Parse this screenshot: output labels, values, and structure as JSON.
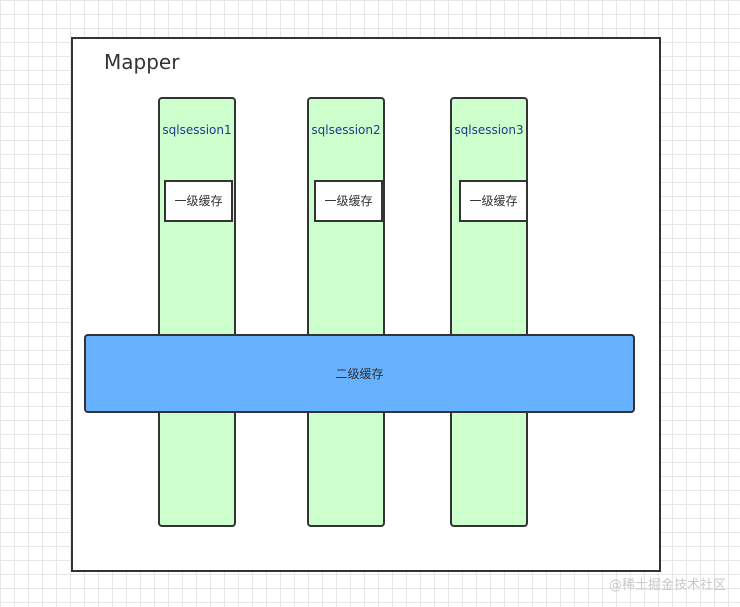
{
  "mapper": {
    "title": "Mapper"
  },
  "sessions": [
    {
      "label": "sqlsession1",
      "cache_label": "一级缓存"
    },
    {
      "label": "sqlsession2",
      "cache_label": "一级缓存"
    },
    {
      "label": "sqlsession3",
      "cache_label": "一级缓存"
    }
  ],
  "second_level_cache": {
    "label": "二级缓存"
  },
  "watermark": {
    "text": "@稀土掘金技术社区"
  },
  "colors": {
    "session_fill": "#ccffcc",
    "l2_fill": "#66b2ff",
    "label_text": "#1a3c8c",
    "border": "#333333"
  }
}
